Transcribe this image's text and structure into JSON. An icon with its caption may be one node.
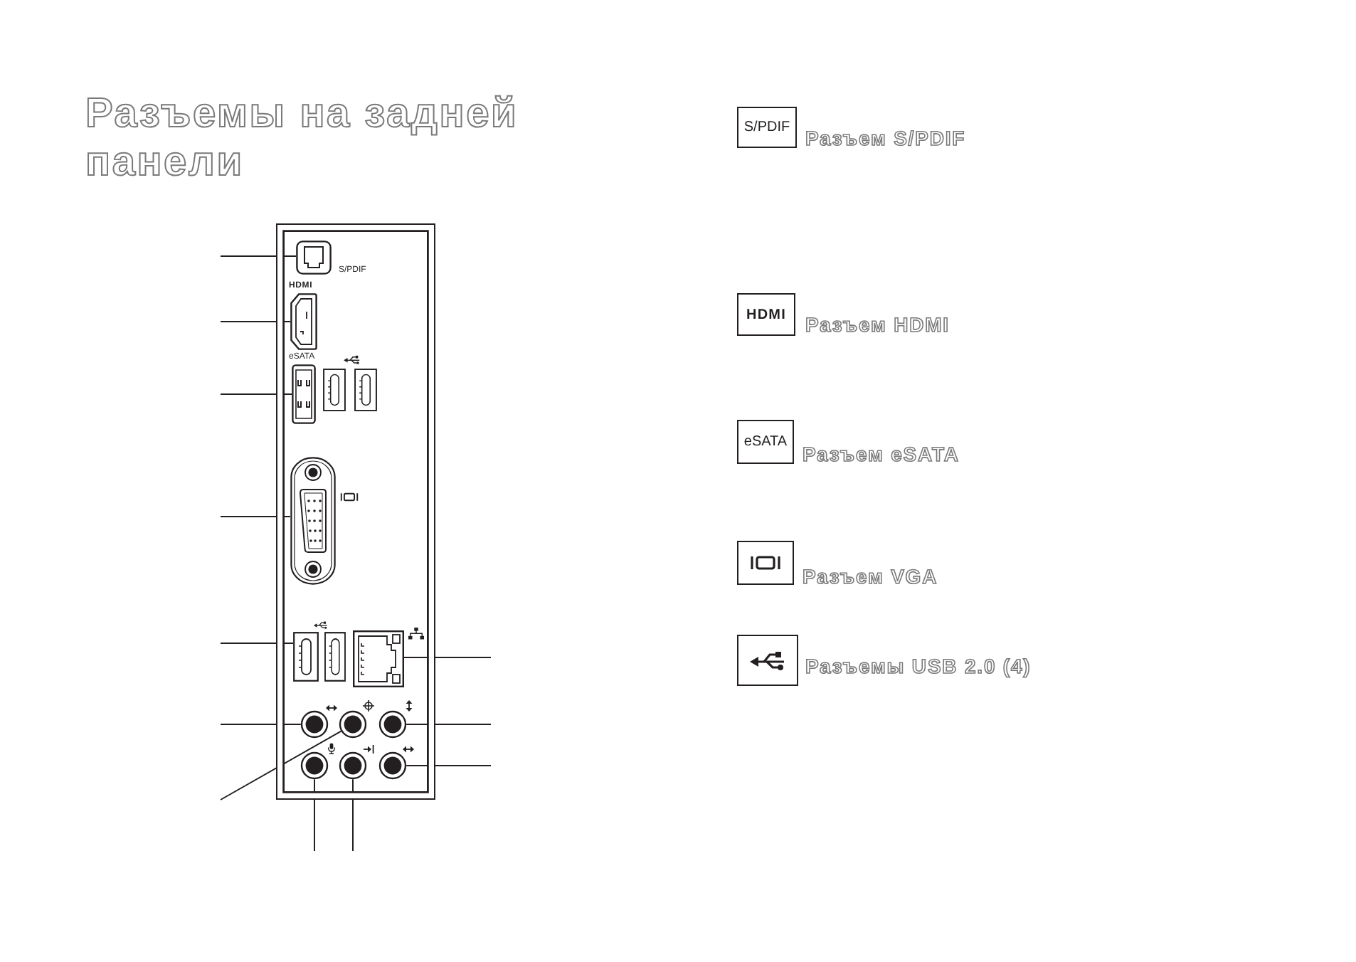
{
  "diagram": {
    "title": "Разъемы на задней панели",
    "nodes": [
      {
        "text": [],
        "shape": "box"
      },
      {
        "text": [],
        "shape": "picture",
        "in": 0,
        "beside": [
          "S/PDIF"
        ]
      },
      {
        "text": [],
        "shape": "picture",
        "in": 0,
        "beside": [
          "HDMI"
        ]
      },
      {
        "text": [],
        "shape": "picture",
        "in": 0,
        "beside": [
          "eSATA"
        ]
      },
      {
        "text": [],
        "shape": "picture",
        "in": 0
      },
      {
        "text": [],
        "shape": "picture",
        "in": 0
      },
      {
        "text": [],
        "shape": "picture",
        "in": 0
      },
      {
        "text": [],
        "shape": "circle",
        "in": 0
      },
      {
        "text": [],
        "shape": "circle",
        "in": 0
      },
      {
        "text": [],
        "shape": "circle",
        "in": 0
      },
      {
        "text": [],
        "shape": "circle",
        "in": 0
      },
      {
        "text": [],
        "shape": "circle",
        "in": 0
      },
      {
        "text": [],
        "shape": "circle",
        "in": 0
      },
      {
        "text": [
          "S/PDIF"
        ],
        "beside": [
          "Разъем S/PDIF"
        ]
      },
      {
        "text": [
          "HDMI"
        ],
        "beside": [
          "Разъем HDMI"
        ]
      },
      {
        "text": [
          "eSATA"
        ],
        "beside": [
          "Разъем eSATA"
        ]
      },
      {
        "text": [],
        "shape": "box",
        "beside": [
          "Разъем VGA"
        ]
      },
      {
        "text": [],
        "shape": "box",
        "beside": [
          "Разъемы USB 2.0 (4)"
        ]
      }
    ],
    "edges": [
      {
        "from": null,
        "to": 1,
        "arrow": "none"
      },
      {
        "from": null,
        "to": 2,
        "arrow": "none"
      },
      {
        "from": null,
        "to": 3,
        "arrow": "none"
      },
      {
        "from": null,
        "to": 4,
        "arrow": "none"
      },
      {
        "from": null,
        "to": 5,
        "arrow": "none"
      },
      {
        "from": null,
        "to": 6,
        "arrow": "none"
      },
      {
        "from": null,
        "to": 7,
        "arrow": "none"
      },
      {
        "from": null,
        "to": 8,
        "arrow": "none"
      },
      {
        "from": null,
        "to": 9,
        "arrow": "none"
      },
      {
        "from": null,
        "to": 12,
        "arrow": "none"
      },
      {
        "from": null,
        "to": 10,
        "arrow": "none"
      },
      {
        "from": null,
        "to": 11,
        "arrow": "none"
      }
    ]
  }
}
